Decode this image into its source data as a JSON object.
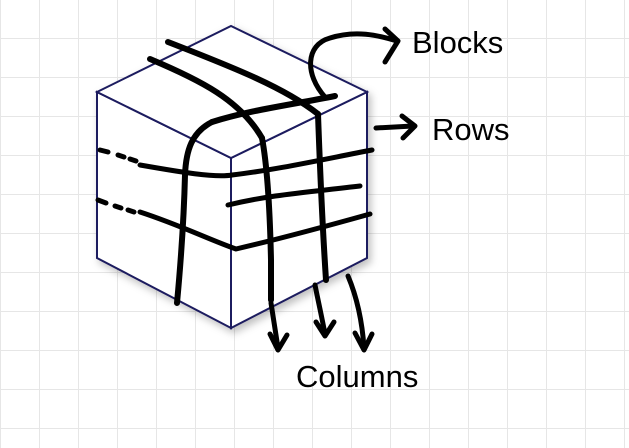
{
  "labels": {
    "blocks": "Blocks",
    "rows": "Rows",
    "columns": "Columns"
  },
  "colors": {
    "cube_edge": "#1c1a5e",
    "ink": "#000000",
    "grid": "#e6e6e6"
  }
}
